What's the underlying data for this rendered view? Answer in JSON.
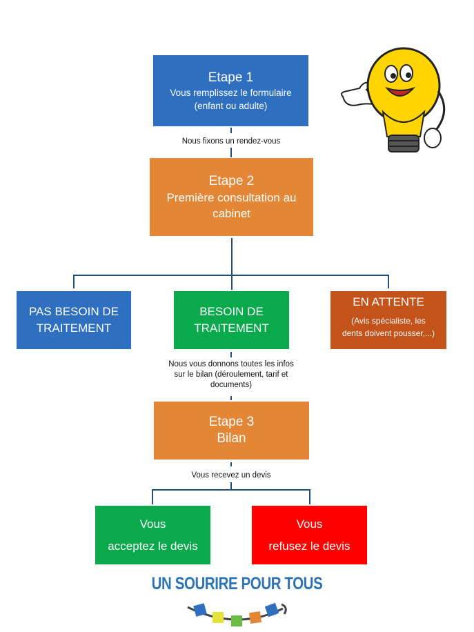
{
  "colors": {
    "blue": "#2e6fbf",
    "orange": "#e38736",
    "green": "#0aaa4c",
    "rust": "#c4521b",
    "red": "#ff0000",
    "connector": "#1f4e79",
    "brand": "#2d74b6"
  },
  "step1": {
    "title": "Etape 1",
    "line1": "Vous remplissez le formulaire",
    "line2": "(enfant ou adulte)"
  },
  "link1": "Nous fixons un rendez-vous",
  "step2": {
    "title": "Etape 2",
    "line1": "Première consultation au",
    "line2": "cabinet"
  },
  "branches": [
    {
      "line1": "PAS BESOIN DE",
      "line2": "TRAITEMENT"
    },
    {
      "line1": "BESOIN DE",
      "line2": "TRAITEMENT"
    },
    {
      "title": "EN ATTENTE",
      "line1": "(Avis spécialiste, les",
      "line2": "dents doivent pousser,...)"
    }
  ],
  "link2": {
    "line1": "Nous vous donnons toutes les infos",
    "line2": "sur le bilan (déroulement, tarif et",
    "line3": "documents)"
  },
  "step3": {
    "title": "Etape 3",
    "line1": "Bilan"
  },
  "link3": "Vous recevez un devis",
  "outcomes": [
    {
      "line1": "Vous",
      "line2": "acceptez le devis"
    },
    {
      "line1": "Vous",
      "line2": "refusez le devis"
    }
  ],
  "brand": {
    "name": "UN SOURIRE POUR TOUS",
    "logo_icon": "smile-beads-icon"
  },
  "mascot_icon": "lightbulb-mascot-icon"
}
